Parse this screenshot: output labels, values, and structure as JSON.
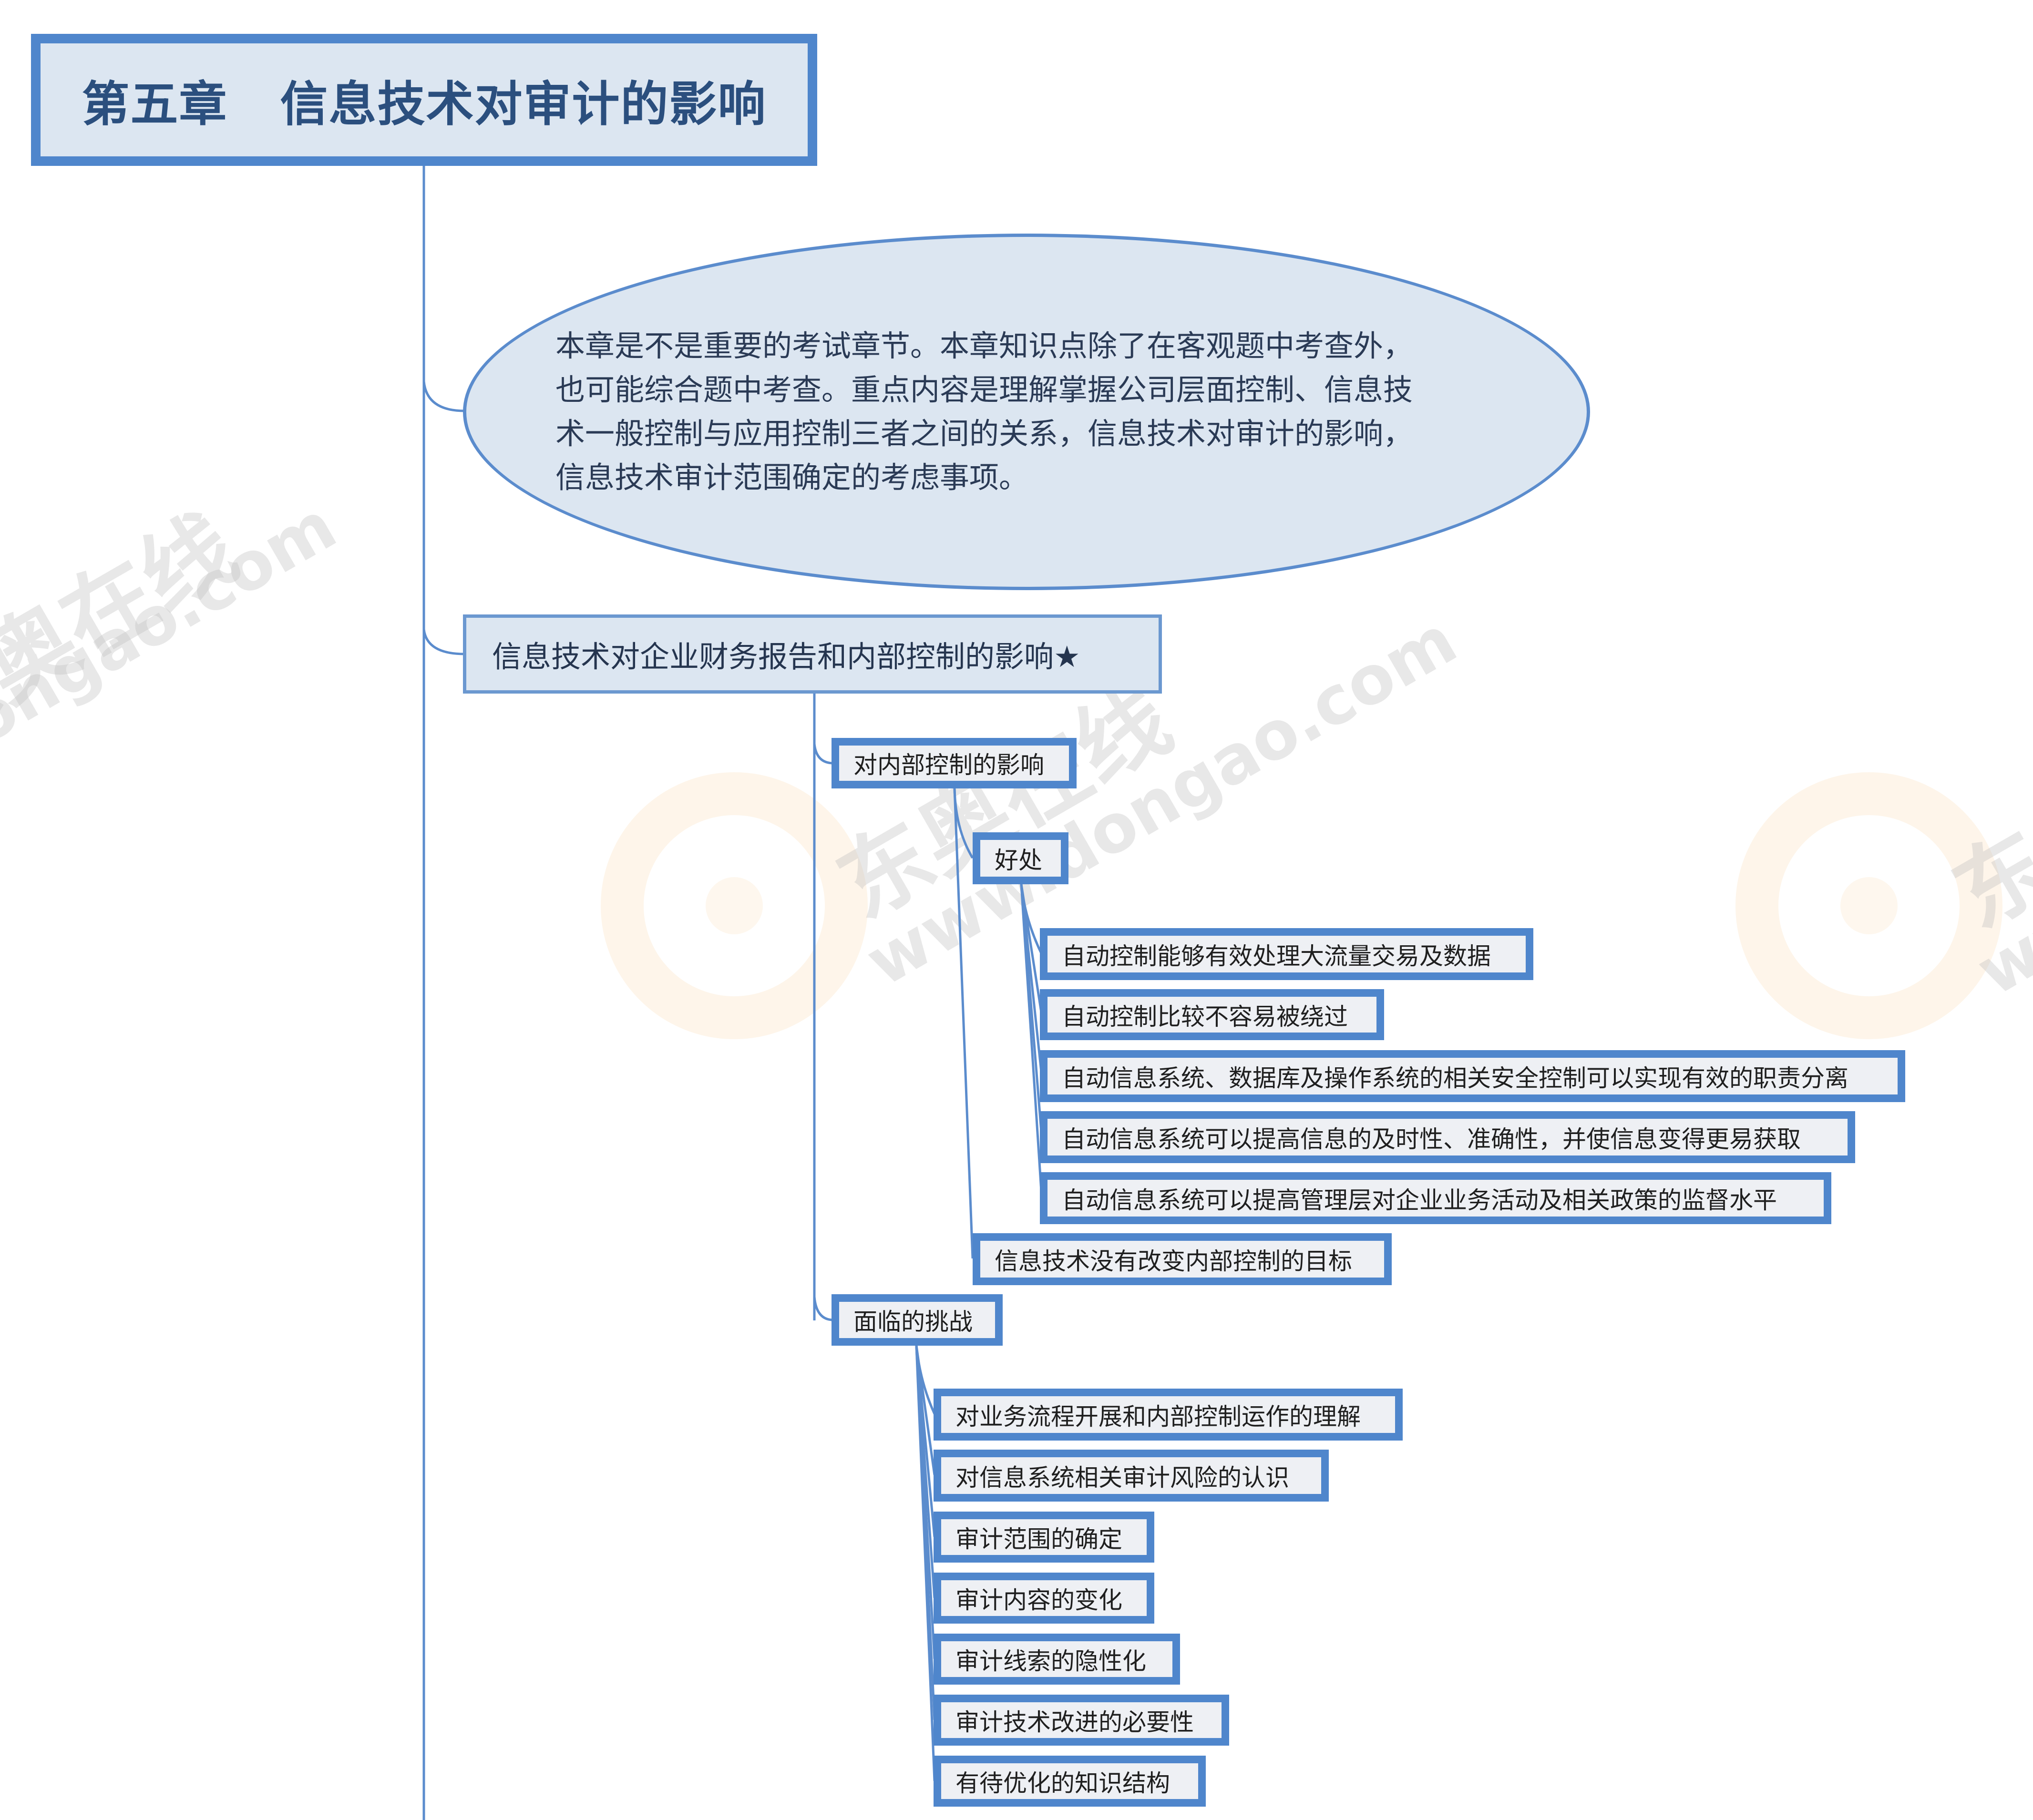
{
  "title": {
    "chapter": "第五章",
    "name": "信息技术对审计的影响"
  },
  "summary": {
    "lines": [
      "本章是不是重要的考试章节。本章知识点除了在客观题中考查外，",
      "也可能综合题中考查。重点内容是理解掌握公司层面控制、信息技",
      "术一般控制与应用控制三者之间的关系，信息技术对审计的影响，",
      "信息技术审计范围确定的考虑事项。"
    ]
  },
  "level1": {
    "label": "信息技术对企业财务报告和内部控制的影响★"
  },
  "internal_control": {
    "label": "对内部控制的影响",
    "benefits": {
      "label": "好处",
      "items": [
        "自动控制能够有效处理大流量交易及数据",
        "自动控制比较不容易被绕过",
        "自动信息系统、数据库及操作系统的相关安全控制可以实现有效的职责分离",
        "自动信息系统可以提高信息的及时性、准确性，并使信息变得更易获取",
        "自动信息系统可以提高管理层对企业业务活动及相关政策的监督水平"
      ]
    },
    "objective_note": "信息技术没有改变内部控制的目标"
  },
  "challenges": {
    "label": "面临的挑战",
    "items": [
      "对业务流程开展和内部控制运作的理解",
      "对信息系统相关审计风险的认识",
      "审计范围的确定",
      "审计内容的变化",
      "审计线索的隐性化",
      "审计技术改进的必要性",
      "有待优化的知识结构"
    ]
  },
  "watermark": {
    "brand_cn": "东奥在线",
    "url": "www.dongao.com"
  },
  "colors": {
    "border_blue": "#4f86cc",
    "fill_light_blue": "#dce6f1",
    "leaf_fill": "#eef0f4",
    "title_text": "#2b4f7e",
    "line_blue": "#5b8ccd"
  }
}
